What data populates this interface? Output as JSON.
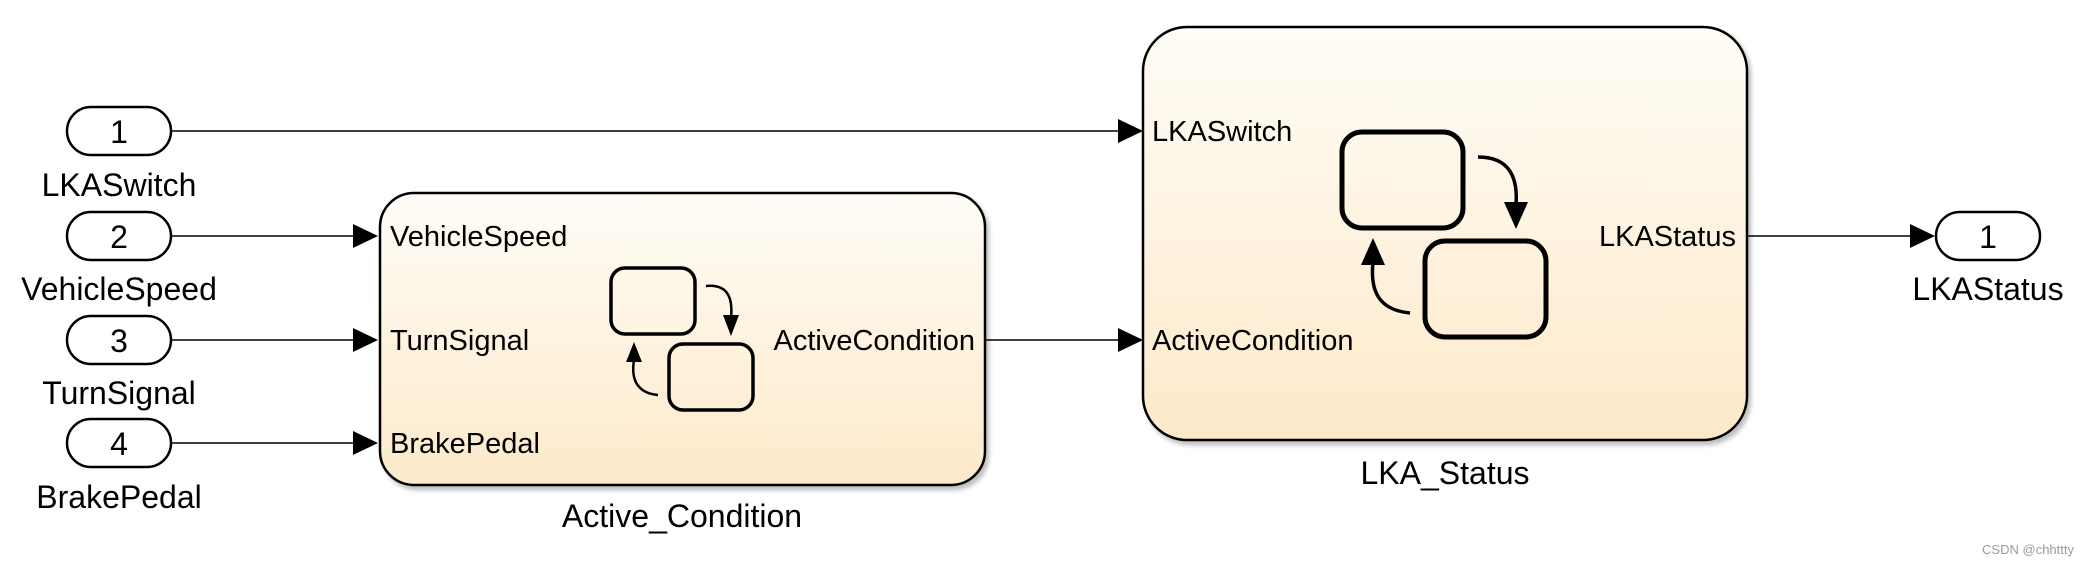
{
  "inports": [
    {
      "number": "1",
      "name": "LKASwitch"
    },
    {
      "number": "2",
      "name": "VehicleSpeed"
    },
    {
      "number": "3",
      "name": "TurnSignal"
    },
    {
      "number": "4",
      "name": "BrakePedal"
    }
  ],
  "active_condition": {
    "name": "Active_Condition",
    "inputs": [
      "VehicleSpeed",
      "TurnSignal",
      "BrakePedal"
    ],
    "output": "ActiveCondition"
  },
  "lka_status": {
    "name": "LKA_Status",
    "inputs": [
      "LKASwitch",
      "ActiveCondition"
    ],
    "output": "LKAStatus"
  },
  "outport": {
    "number": "1",
    "name": "LKAStatus"
  },
  "watermark": "CSDN @chhttty",
  "colors": {
    "block_fill_top": "#fffdf7",
    "block_fill_bottom": "#fdeacb",
    "line": "#000000"
  }
}
